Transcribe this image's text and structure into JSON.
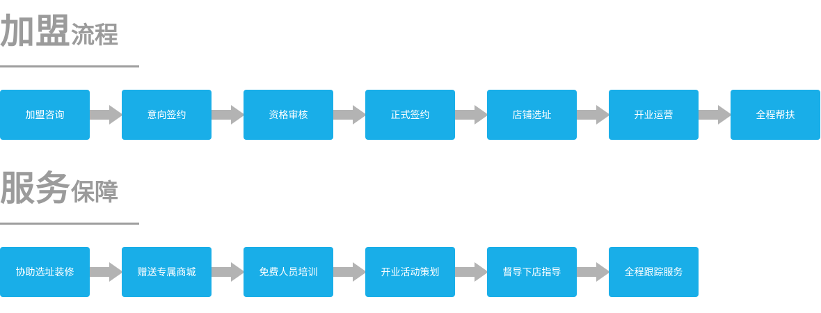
{
  "sections": [
    {
      "title_main": "加盟",
      "title_sub": "流程",
      "steps": [
        "加盟咨询",
        "意向签约",
        "资格审核",
        "正式签约",
        "店铺选址",
        "开业运营",
        "全程帮扶"
      ]
    },
    {
      "title_main": "服务",
      "title_sub": "保障",
      "steps": [
        "协助选址装修",
        "赠送专属商城",
        "免费人员培训",
        "开业活动策划",
        "督导下店指导",
        "全程跟踪服务"
      ]
    }
  ],
  "colors": {
    "step_bg": "#19aee8",
    "step_text": "#ffffff",
    "arrow": "#b3b3b3",
    "title": "#9b9b9b",
    "underline": "#9e9e9e"
  },
  "icons": {
    "connector": "arrow-right-icon"
  }
}
